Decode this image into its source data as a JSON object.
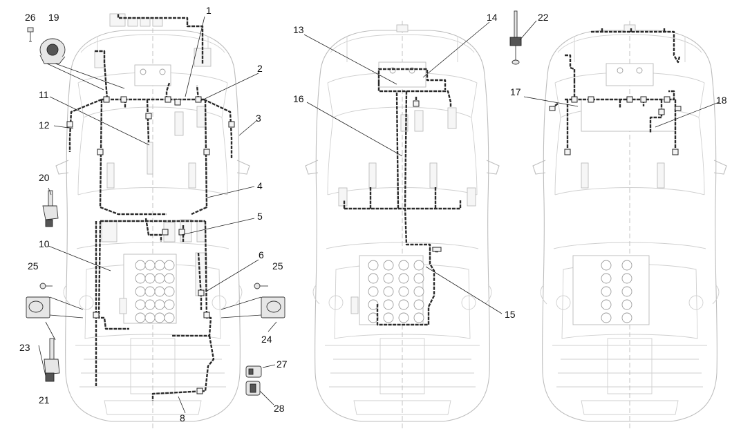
{
  "diagram": {
    "callouts": [
      {
        "id": "c1",
        "label": "1"
      },
      {
        "id": "c2",
        "label": "2"
      },
      {
        "id": "c3",
        "label": "3"
      },
      {
        "id": "c4",
        "label": "4"
      },
      {
        "id": "c5",
        "label": "5"
      },
      {
        "id": "c6",
        "label": "6"
      },
      {
        "id": "c8",
        "label": "8"
      },
      {
        "id": "c10",
        "label": "10"
      },
      {
        "id": "c11",
        "label": "11"
      },
      {
        "id": "c12",
        "label": "12"
      },
      {
        "id": "c13",
        "label": "13"
      },
      {
        "id": "c14",
        "label": "14"
      },
      {
        "id": "c15",
        "label": "15"
      },
      {
        "id": "c16",
        "label": "16"
      },
      {
        "id": "c17",
        "label": "17"
      },
      {
        "id": "c18",
        "label": "18"
      },
      {
        "id": "c19",
        "label": "19"
      },
      {
        "id": "c20",
        "label": "20"
      },
      {
        "id": "c21",
        "label": "21"
      },
      {
        "id": "c22",
        "label": "22"
      },
      {
        "id": "c23",
        "label": "23"
      },
      {
        "id": "c24",
        "label": "24"
      },
      {
        "id": "c25a",
        "label": "25"
      },
      {
        "id": "c25b",
        "label": "25"
      },
      {
        "id": "c26",
        "label": "26"
      },
      {
        "id": "c27",
        "label": "27"
      },
      {
        "id": "c28",
        "label": "28"
      }
    ],
    "colors": {
      "wire": "#2a2a2a",
      "outline": "#bdbdbd",
      "background": "#ffffff"
    }
  }
}
